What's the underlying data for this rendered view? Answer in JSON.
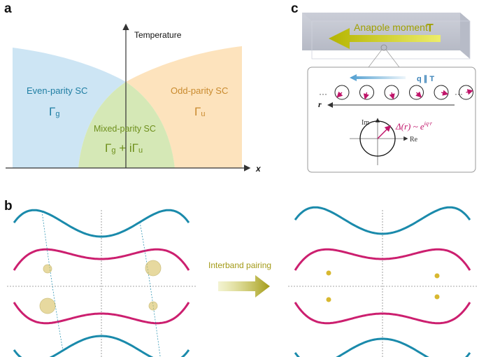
{
  "panels": {
    "a": {
      "label": "a",
      "y_axis_label": "Temperature",
      "x_axis_label": "x",
      "regions": {
        "even": {
          "name": "Even-parity SC",
          "symbol": "Γ",
          "sub": "g"
        },
        "odd": {
          "name": "Odd-parity SC",
          "symbol": "Γ",
          "sub": "u"
        },
        "mixed": {
          "name": "Mixed-parity SC",
          "sym1": "Γ",
          "sub1": "g",
          "plus": " + i",
          "sym2": "Γ",
          "sub2": "u"
        }
      },
      "colors": {
        "even": "#cde5f4",
        "odd": "#fde3bd",
        "mixed": "#d5e8b6",
        "even_text": "#1f7ea3",
        "odd_text": "#c98a2e",
        "mixed_text": "#6e8f1c"
      }
    },
    "b": {
      "label": "b",
      "arrow_label": "Interband pairing",
      "colors": {
        "blue": "#1a8aab",
        "magenta": "#cc1f6f",
        "highlight": "#d8c060",
        "arrow": "#a39a17"
      }
    },
    "c": {
      "label": "c",
      "anapole_label": "Anapole moment",
      "anapole_symbol": "T",
      "q_label": "q ∥ T",
      "r_label": "r",
      "ellipsis": "···",
      "im_label": "Im",
      "re_label": "Re",
      "delta_formula": "Δ(r) ~ e",
      "delta_exponent": "iq·r",
      "colors": {
        "arrow_gold": "#c8c814",
        "q_arrow": "#5fa8d3",
        "phase": "#c0156a"
      }
    }
  }
}
